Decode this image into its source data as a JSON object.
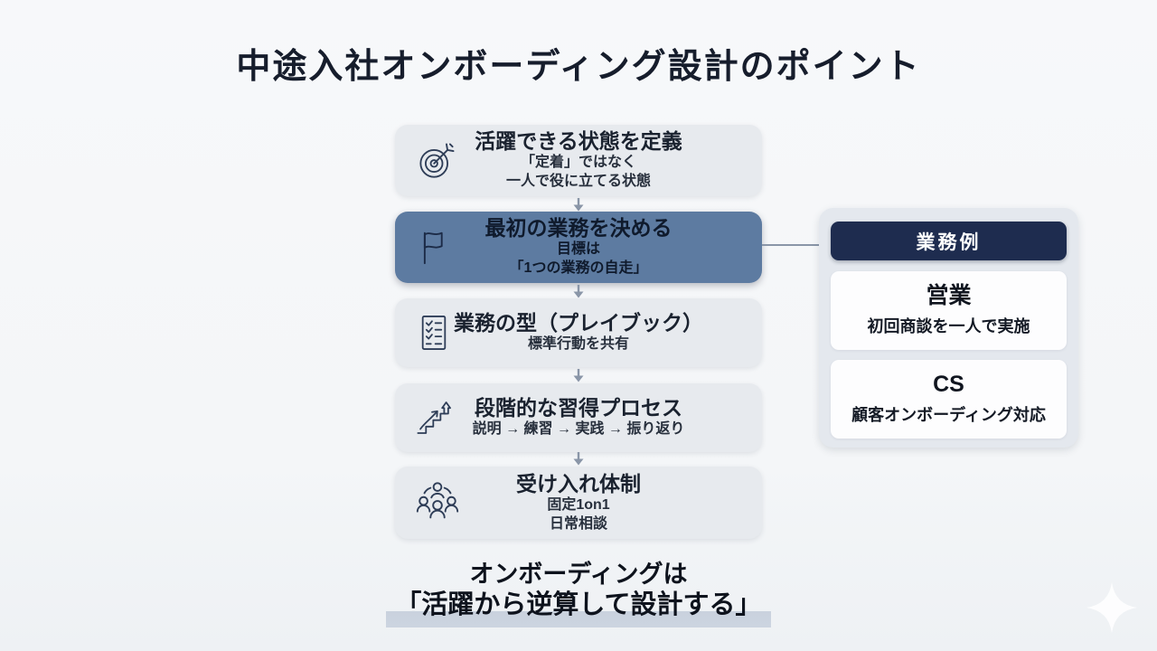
{
  "title": "中途入社オンボーディング設計のポイント",
  "flow": {
    "steps": [
      {
        "icon": "target-icon",
        "title": "活躍できる状態を定義",
        "lines": [
          "「定着」ではなく",
          "一人で役に立てる状態"
        ],
        "highlighted": false
      },
      {
        "icon": "flag-icon",
        "title": "最初の業務を決める",
        "lines": [
          "目標は",
          "「1つの業務の自走」"
        ],
        "highlighted": true
      },
      {
        "icon": "checklist-icon",
        "title": "業務の型（プレイブック）",
        "lines": [
          "標準行動を共有"
        ],
        "highlighted": false
      },
      {
        "icon": "stairs-icon",
        "title": "段階的な習得プロセス",
        "lines": [
          "説明 → 練習 → 実践 → 振り返り"
        ],
        "highlighted": false
      },
      {
        "icon": "people-icon",
        "title": "受け入れ体制",
        "lines": [
          "固定1on1",
          "日常相談"
        ],
        "highlighted": false
      }
    ]
  },
  "side_panel": {
    "header": "業務例",
    "cards": [
      {
        "title": "営業",
        "description": "初回商談を一人で実施"
      },
      {
        "title": "CS",
        "description": "顧客オンボーディング対応"
      }
    ]
  },
  "footer": {
    "line1": "オンボーディングは",
    "line2": "「活躍から逆算して設計する」"
  },
  "colors": {
    "background": "#f5f6f8",
    "step_box": "#e7eaee",
    "highlight_step_box": "#5d7ba1",
    "panel_background": "#e4e8ee",
    "header_navy": "#1e2c4f",
    "card_white": "#fdfdfe",
    "arrow_gray": "#8a96a8",
    "title_text": "#161d2c",
    "footer_marker": "#c9d2de",
    "icon_stroke": "#2e3d57"
  }
}
